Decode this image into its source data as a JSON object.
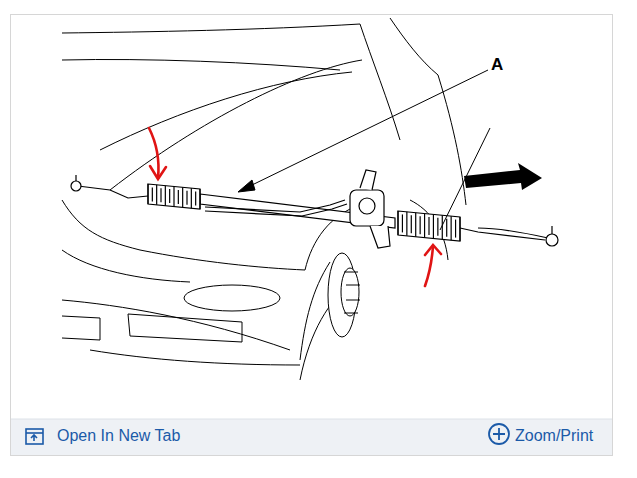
{
  "diagram": {
    "labels": [
      "A",
      "Open In New Tab",
      "Zoom/Print"
    ]
  }
}
